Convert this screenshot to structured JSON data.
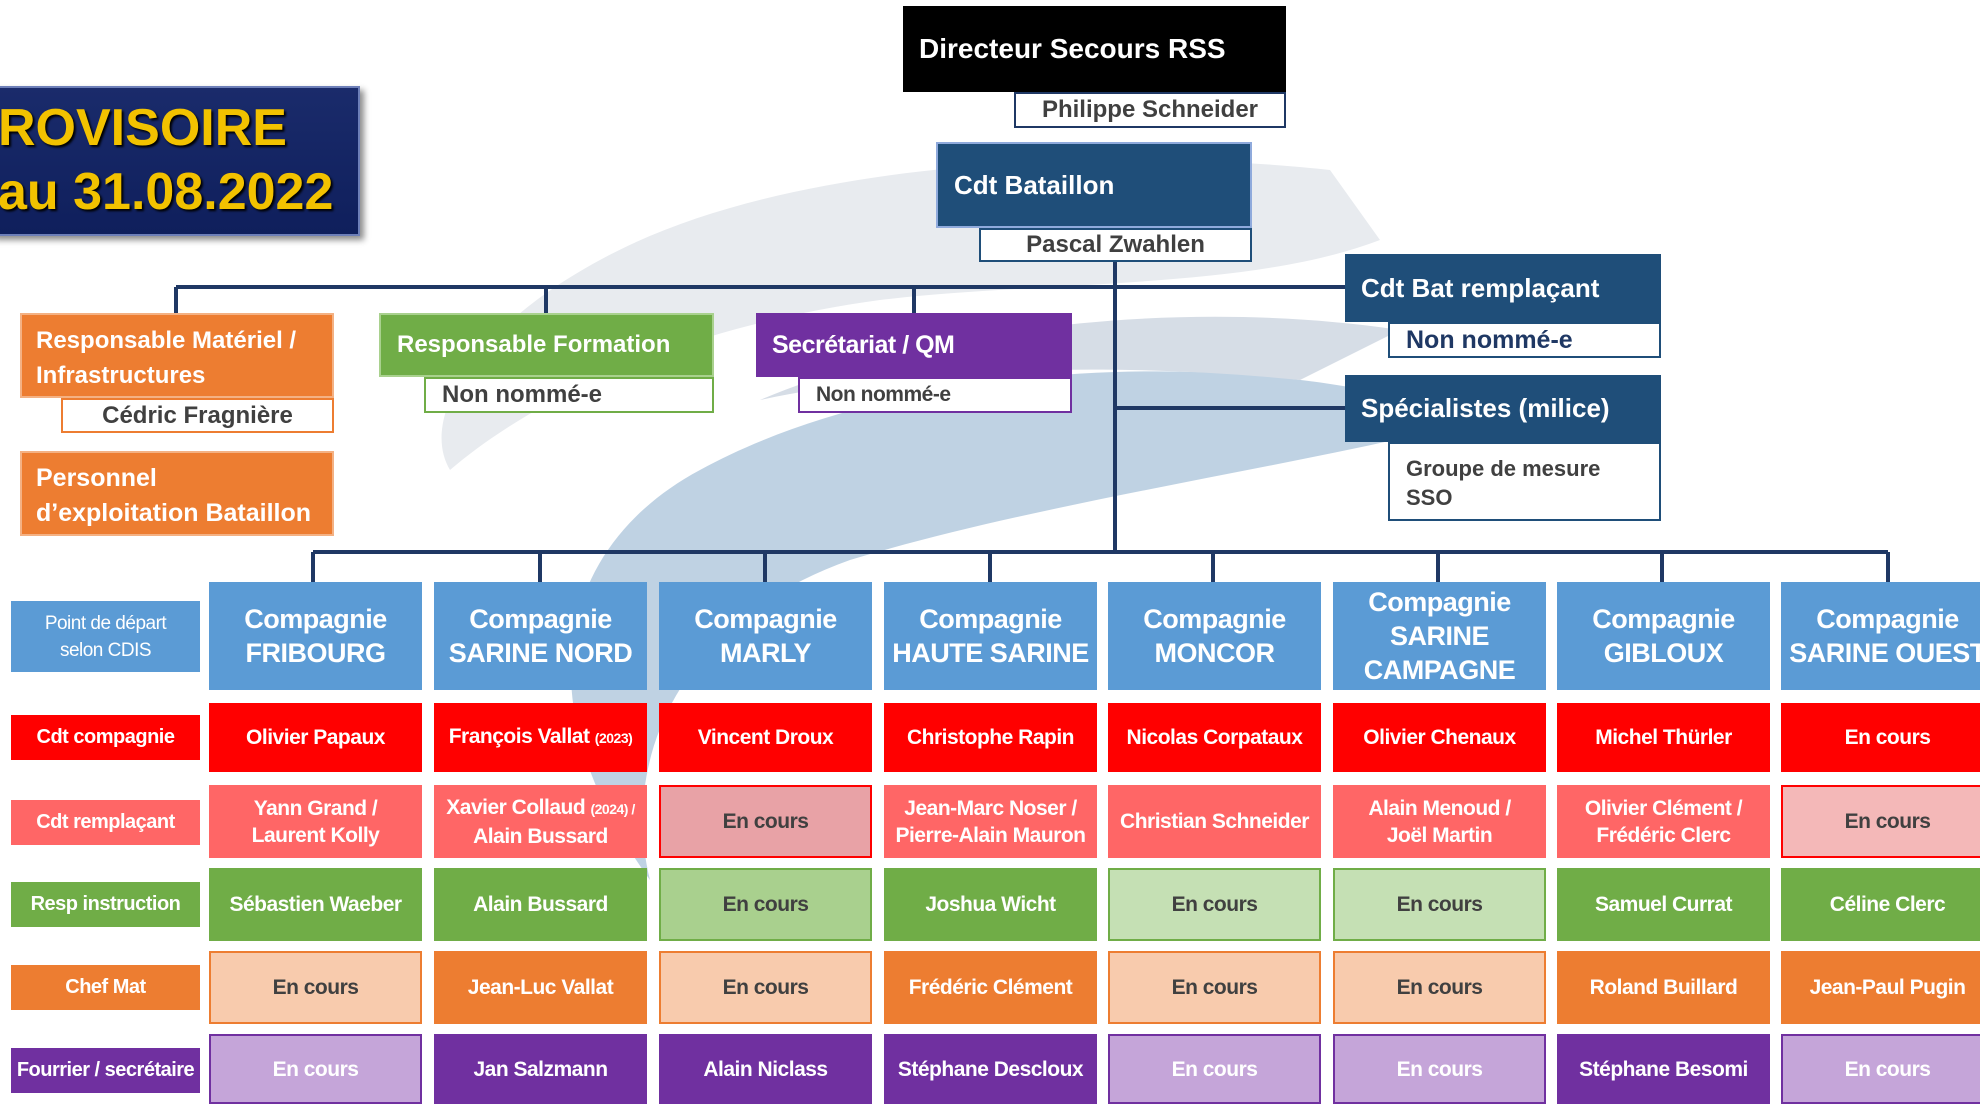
{
  "banner": {
    "line1": "ROVISOIRE",
    "line2": "au 31.08.2022"
  },
  "director": {
    "title": "Directeur Secours RSS",
    "name": "Philippe Schneider"
  },
  "commander": {
    "title": "Cdt Bataillon",
    "name": "Pascal Zwahlen"
  },
  "deputy": {
    "title": "Cdt Bat remplaçant",
    "name": "Non nommé-e"
  },
  "specialists": {
    "title": "Spécialistes (milice)",
    "line1": "Groupe de mesure",
    "line2": "SSO"
  },
  "materiel": {
    "title1": "Responsable Matériel /",
    "title2": "Infrastructures",
    "name": "Cédric Fragnière"
  },
  "personnel": {
    "line1": "Personnel",
    "line2": "d’exploitation Bataillon"
  },
  "formation": {
    "title": "Responsable Formation",
    "name": "Non nommé-e"
  },
  "secretariat": {
    "title": "Secrétariat / QM",
    "name": "Non nommé-e"
  },
  "row_labels": {
    "depart1": "Point de départ",
    "depart2": "selon CDIS",
    "cdt": "Cdt compagnie",
    "remplacant": "Cdt remplaçant",
    "instruction": "Resp instruction",
    "chefmat": "Chef Mat",
    "fourrier": "Fourrier / secrétaire"
  },
  "companies": [
    {
      "l1": "Compagnie",
      "l2": "FRIBOURG",
      "l3": "",
      "cdt": "Olivier Papaux",
      "cdt_sub": "",
      "rem1": "Yann Grand /",
      "rem1_sub": "",
      "rem2": "Laurent Kolly",
      "instr": "Sébastien Waeber",
      "mat": "En cours",
      "four": "En cours"
    },
    {
      "l1": "Compagnie",
      "l2": "SARINE NORD",
      "l3": "",
      "cdt": "François Vallat ",
      "cdt_sub": "(2023)",
      "rem1": "Xavier Collaud ",
      "rem1_sub": "(2024) /",
      "rem2": "Alain Bussard",
      "instr": "Alain Bussard",
      "mat": "Jean-Luc Vallat",
      "four": "Jan Salzmann"
    },
    {
      "l1": "Compagnie",
      "l2": "MARLY",
      "l3": "",
      "cdt": "Vincent Droux",
      "cdt_sub": "",
      "rem1": "En cours",
      "rem1_sub": "",
      "rem2": "",
      "instr": "En cours",
      "mat": "En cours",
      "four": "Alain Niclass"
    },
    {
      "l1": "Compagnie",
      "l2": "HAUTE SARINE",
      "l3": "",
      "cdt": "Christophe Rapin",
      "cdt_sub": "",
      "rem1": "Jean-Marc Noser /",
      "rem1_sub": "",
      "rem2": "Pierre-Alain Mauron",
      "instr": "Joshua Wicht",
      "mat": "Frédéric Clément",
      "four": "Stéphane Descloux"
    },
    {
      "l1": "Compagnie",
      "l2": "MONCOR",
      "l3": "",
      "cdt": "Nicolas Corpataux",
      "cdt_sub": "",
      "rem1": "Christian Schneider",
      "rem1_sub": "",
      "rem2": "",
      "instr": "En cours",
      "mat": "En cours",
      "four": "En cours"
    },
    {
      "l1": "Compagnie",
      "l2": "SARINE",
      "l3": "CAMPAGNE",
      "cdt": "Olivier Chenaux",
      "cdt_sub": "",
      "rem1": "Alain Menoud /",
      "rem1_sub": "",
      "rem2": "Joël Martin",
      "instr": "En cours",
      "mat": "En cours",
      "four": "En cours"
    },
    {
      "l1": "Compagnie",
      "l2": "GIBLOUX",
      "l3": "",
      "cdt": "Michel Thürler",
      "cdt_sub": "",
      "rem1": "Olivier Clément /",
      "rem1_sub": "",
      "rem2": "Frédéric Clerc",
      "instr": "Samuel Currat",
      "mat": "Roland Buillard",
      "four": "Stéphane Besomi"
    },
    {
      "l1": "Compagnie",
      "l2": "SARINE OUEST",
      "l3": "",
      "cdt": "En cours",
      "cdt_sub": "",
      "rem1": "En cours",
      "rem1_sub": "",
      "rem2": "",
      "instr": "Céline Clerc",
      "mat": "Jean-Paul Pugin",
      "four": "En cours"
    }
  ],
  "colors": {
    "navy": "#1f4e79",
    "line": "#1f3864",
    "orange": "#ed7d31",
    "green": "#70ad47",
    "purple": "#7030a0",
    "blue": "#5b9bd5",
    "red": "#ff0000",
    "salmon": "#ff6666",
    "light_salmon": "#f4b8b8",
    "light_green": "#c5e0b4",
    "light_orange": "#f8cbad",
    "light_purple": "#c5a5d9"
  }
}
